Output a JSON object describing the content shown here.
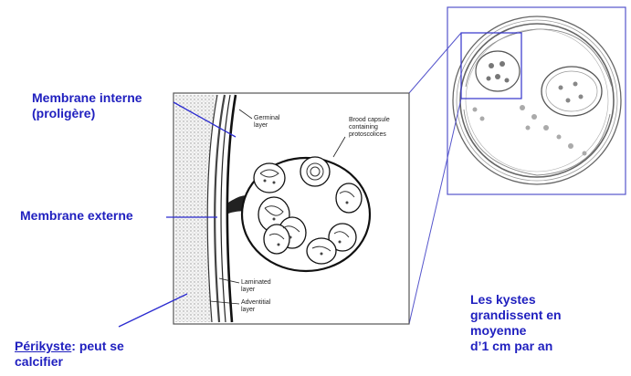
{
  "labels": {
    "membrane_interne_l1": "Membrane interne",
    "membrane_interne_l2": "(proligère)",
    "membrane_externe": "Membrane externe",
    "perikyste_term": "Périkyste",
    "perikyste_rest": ": peut se",
    "perikyste_l2": "calcifier",
    "growth_l1": "Les kystes",
    "growth_l2": "grandissent en",
    "growth_l3": "moyenne",
    "growth_l4": "d’1 cm par an"
  },
  "diagram_labels": {
    "germinal_l1": "Germinal",
    "germinal_l2": "layer",
    "brood_l1": "Brood capsule",
    "brood_l2": "containing",
    "brood_l3": "protoscolices",
    "laminated_l1": "Laminated",
    "laminated_l2": "layer",
    "adventitial_l1": "Adventitial",
    "adventitial_l2": "layer"
  },
  "colors": {
    "label_blue": "#1f1fbf",
    "line_blue": "#2b2bd0",
    "frame": "#5555cc"
  }
}
